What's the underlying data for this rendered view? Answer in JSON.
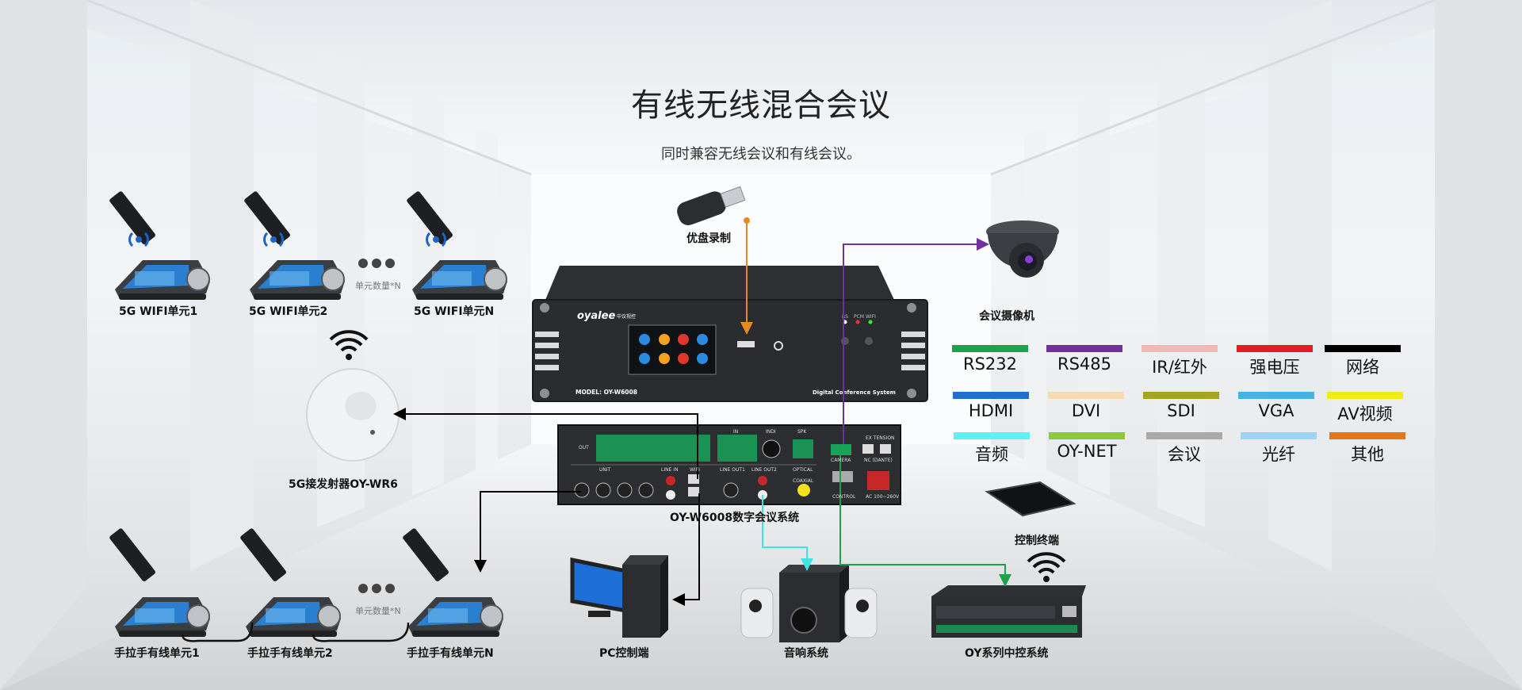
{
  "title": "有线无线混合会议",
  "subtitle": "同时兼容无线会议和有线会议。",
  "devices": {
    "wifi1": "5G WIFI单元1",
    "wifi2": "5G WIFI单元2",
    "wifin": "5G WIFI单元N",
    "unit_count_top": "单元数量*N",
    "transmitter": "5G接发射器OY-WR6",
    "wired1": "手拉手有线单元1",
    "wired2": "手拉手有线单元2",
    "wiredn": "手拉手有线单元N",
    "unit_count_bottom": "单元数量*N",
    "usb": "优盘录制",
    "main_system": "OY-W6008数字会议系统",
    "pc": "PC控制端",
    "speakers": "音响系统",
    "camera": "会议摄像机",
    "tablet": "控制终端",
    "central": "OY系列中控系统"
  },
  "main_unit": {
    "brand": "oyalee",
    "brand_sub": "中议视控",
    "model": "MODEL:  OY-W6008",
    "tagline": "Digital Conference System",
    "front_leds": [
      "RS",
      "PCM",
      "WIFI"
    ],
    "rear_labels": [
      "OUT",
      "IN",
      "INDI",
      "SPK",
      "UNIT",
      "LINE IN",
      "WIFI",
      "LINE OUT1",
      "LINE OUT2",
      "OPTICAL",
      "COAXIAL",
      "CAMERA",
      "CONTROL",
      "EX TENSION",
      "NC (DANTE)",
      "AC 100~260V"
    ]
  },
  "legend": [
    {
      "label": "RS232",
      "color": "#1aa34a"
    },
    {
      "label": "RS485",
      "color": "#7030a0"
    },
    {
      "label": "IR/红外",
      "color": "#f4b6b6"
    },
    {
      "label": "强电压",
      "color": "#e31b23"
    },
    {
      "label": "网络",
      "color": "#000000"
    },
    {
      "label": "HDMI",
      "color": "#1f6fd1"
    },
    {
      "label": "DVI",
      "color": "#f7d9b0"
    },
    {
      "label": "SDI",
      "color": "#a5a51c"
    },
    {
      "label": "VGA",
      "color": "#45b3e8"
    },
    {
      "label": "AV视频",
      "color": "#f2ea18"
    },
    {
      "label": "音频",
      "color": "#5ff0f0"
    },
    {
      "label": "OY-NET",
      "color": "#8dc63f"
    },
    {
      "label": "会议",
      "color": "#a9a9a9"
    },
    {
      "label": "光纤",
      "color": "#9fd3f2"
    },
    {
      "label": "其他",
      "color": "#e0791d"
    }
  ],
  "colors": {
    "usb_line": "#e58a1f",
    "rs485_line": "#7030a0",
    "audio_line": "#5ff0f0",
    "rs232_line": "#1aa34a",
    "network_line": "#000000"
  }
}
